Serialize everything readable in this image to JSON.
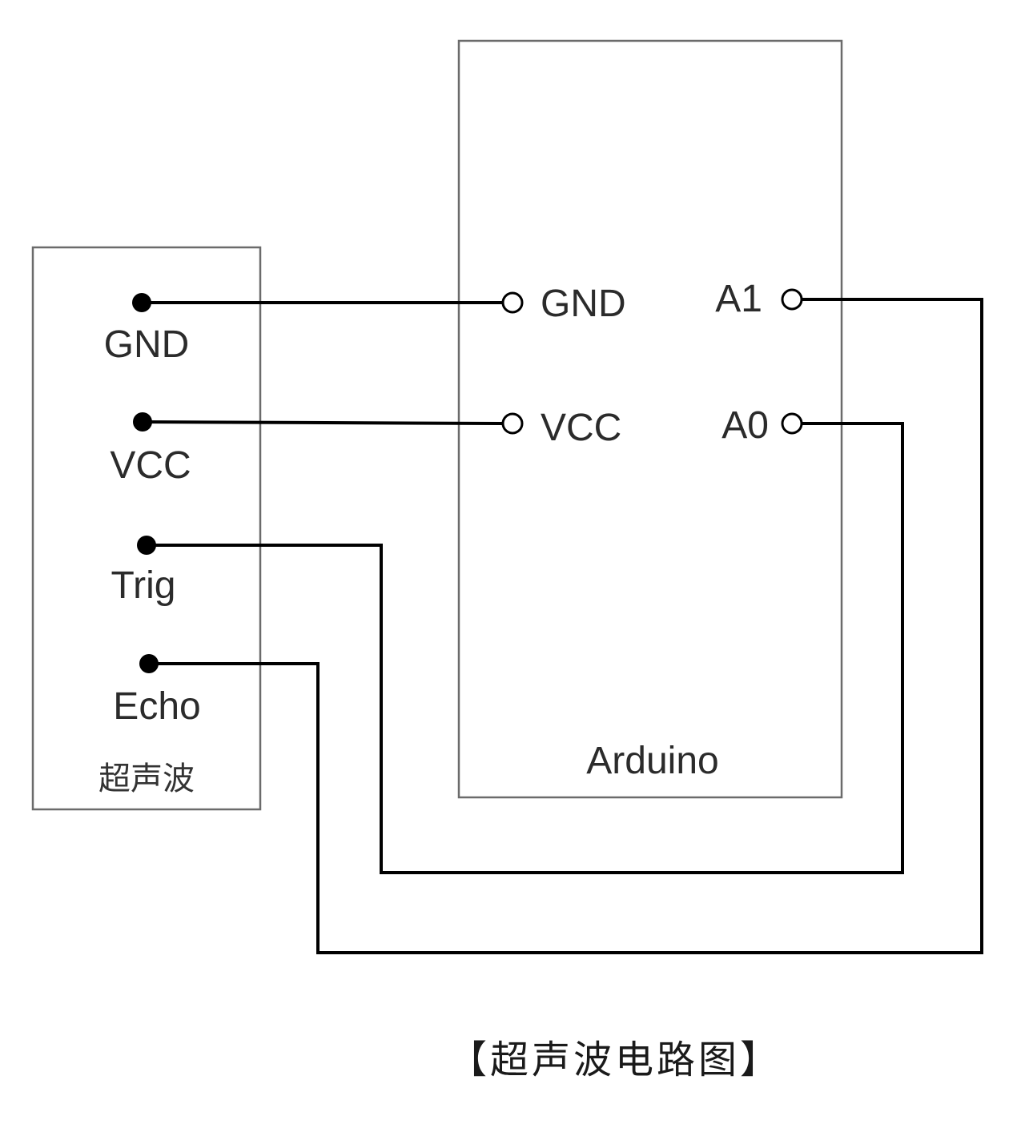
{
  "sensor": {
    "title": "超声波",
    "pins": [
      "GND",
      "VCC",
      "Trig",
      "Echo"
    ]
  },
  "arduino": {
    "title": "Arduino",
    "left_pins": [
      "GND",
      "VCC"
    ],
    "right_pins": [
      "A1",
      "A0"
    ]
  },
  "caption": "【超声波电路图】",
  "connections": [
    {
      "from": "GND",
      "to": "GND"
    },
    {
      "from": "VCC",
      "to": "VCC"
    },
    {
      "from": "Trig",
      "to": "A0"
    },
    {
      "from": "Echo",
      "to": "A1"
    }
  ]
}
